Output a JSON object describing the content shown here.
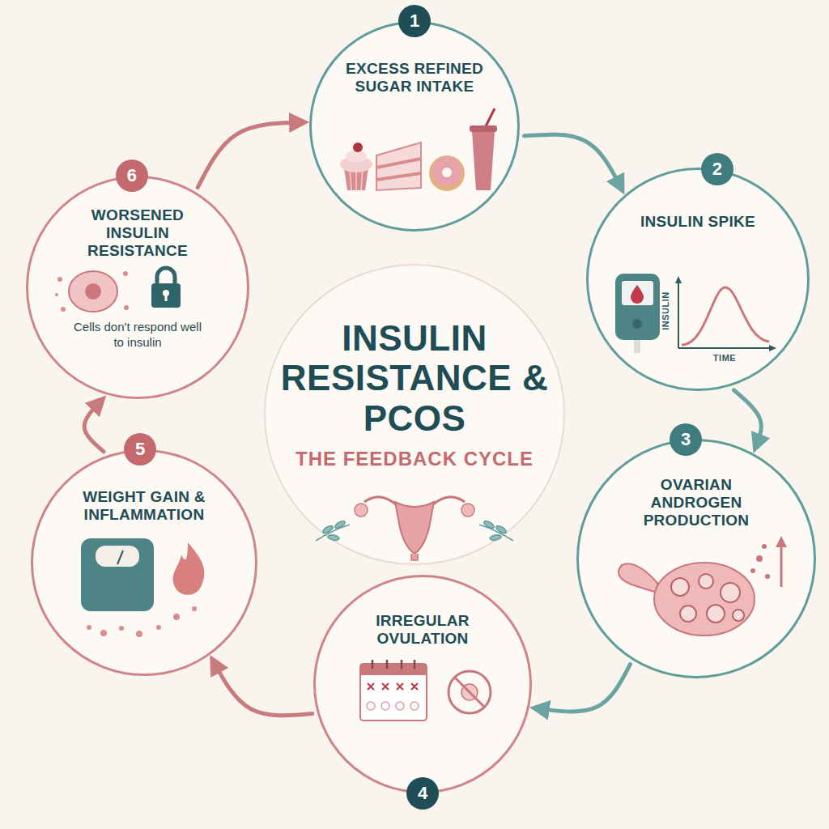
{
  "diagram": {
    "title": "INSULIN RESISTANCE & PCOS",
    "nodes": [
      {
        "text": [
          "1",
          "EXCESS REFINED SUGAR INTAKE"
        ]
      },
      {
        "text": [
          "2",
          "INSULIN SPIKE"
        ]
      },
      {
        "text": [
          "3",
          "OVARIAN ANDROGEN PRODUCTION"
        ]
      },
      {
        "text": [
          "4",
          "IRREGULAR OVULATION"
        ]
      },
      {
        "text": [
          "5",
          "WEIGHT GAIN & INFLAMMATION"
        ]
      },
      {
        "text": [
          "6",
          "WORSENED INSULIN RESISTANCE",
          "Cells don't respond well to insulin"
        ]
      }
    ],
    "edges": [
      {
        "from": 0,
        "to": 1,
        "arrow": "to"
      },
      {
        "from": 1,
        "to": 2,
        "arrow": "to"
      },
      {
        "from": 2,
        "to": 3,
        "arrow": "to"
      },
      {
        "from": 3,
        "to": 4,
        "arrow": "to"
      },
      {
        "from": 4,
        "to": 5,
        "arrow": "to"
      },
      {
        "from": 5,
        "to": 0,
        "arrow": "to"
      }
    ],
    "labels": [
      "THE FEEDBACK CYCLE",
      "INSULIN",
      "TIME"
    ]
  }
}
